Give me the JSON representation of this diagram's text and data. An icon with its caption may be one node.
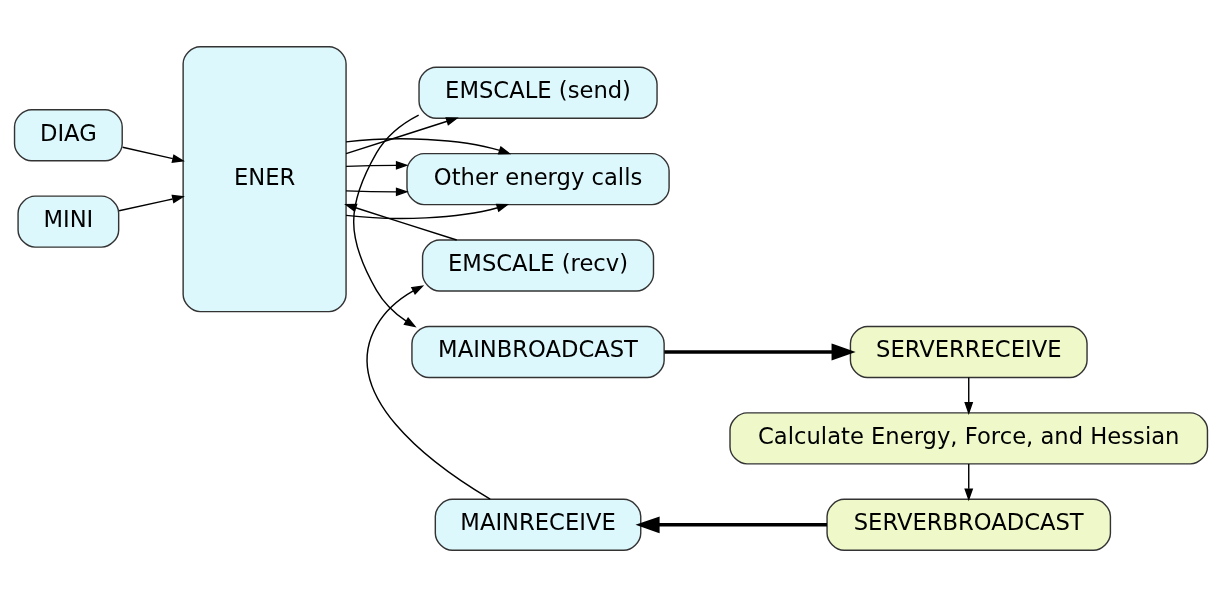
{
  "diagram": {
    "nodes": [
      {
        "text": [
          "DIAG"
        ]
      },
      {
        "text": [
          "MINI"
        ]
      },
      {
        "text": [
          "ENER"
        ]
      },
      {
        "text": [
          "MAINBROADCAST"
        ]
      },
      {
        "text": [
          "EMSCALE (send)"
        ]
      },
      {
        "text": [
          "Other energy calls"
        ]
      },
      {
        "text": [
          "EMSCALE (recv)"
        ]
      },
      {
        "text": [
          "MAINRECEIVE"
        ]
      },
      {
        "text": [
          "SERVERRECEIVE"
        ]
      },
      {
        "text": [
          "Calculate Energy, Force, and Hessian"
        ]
      },
      {
        "text": [
          "SERVERBROADCAST"
        ]
      }
    ],
    "edges": [
      {
        "from": 0,
        "to": 2,
        "arrow": "to"
      },
      {
        "from": 1,
        "to": 2,
        "arrow": "to"
      },
      {
        "from": 2,
        "to": 4,
        "arrow": "to"
      },
      {
        "from": 4,
        "to": 3,
        "arrow": "to"
      },
      {
        "from": 3,
        "to": 8,
        "arrow": "to",
        "style": "thick"
      },
      {
        "from": 8,
        "to": 9,
        "arrow": "to"
      },
      {
        "from": 9,
        "to": 10,
        "arrow": "to"
      },
      {
        "from": 10,
        "to": 7,
        "arrow": "to",
        "style": "thick"
      },
      {
        "from": 7,
        "to": 6,
        "arrow": "to"
      },
      {
        "from": 6,
        "to": 2,
        "arrow": "to"
      },
      {
        "from": 2,
        "to": 5,
        "arrow": "to"
      },
      {
        "from": 2,
        "to": 5,
        "arrow": "to"
      },
      {
        "from": 2,
        "to": 5,
        "arrow": "to"
      },
      {
        "from": 2,
        "to": 5,
        "arrow": "to"
      }
    ]
  }
}
